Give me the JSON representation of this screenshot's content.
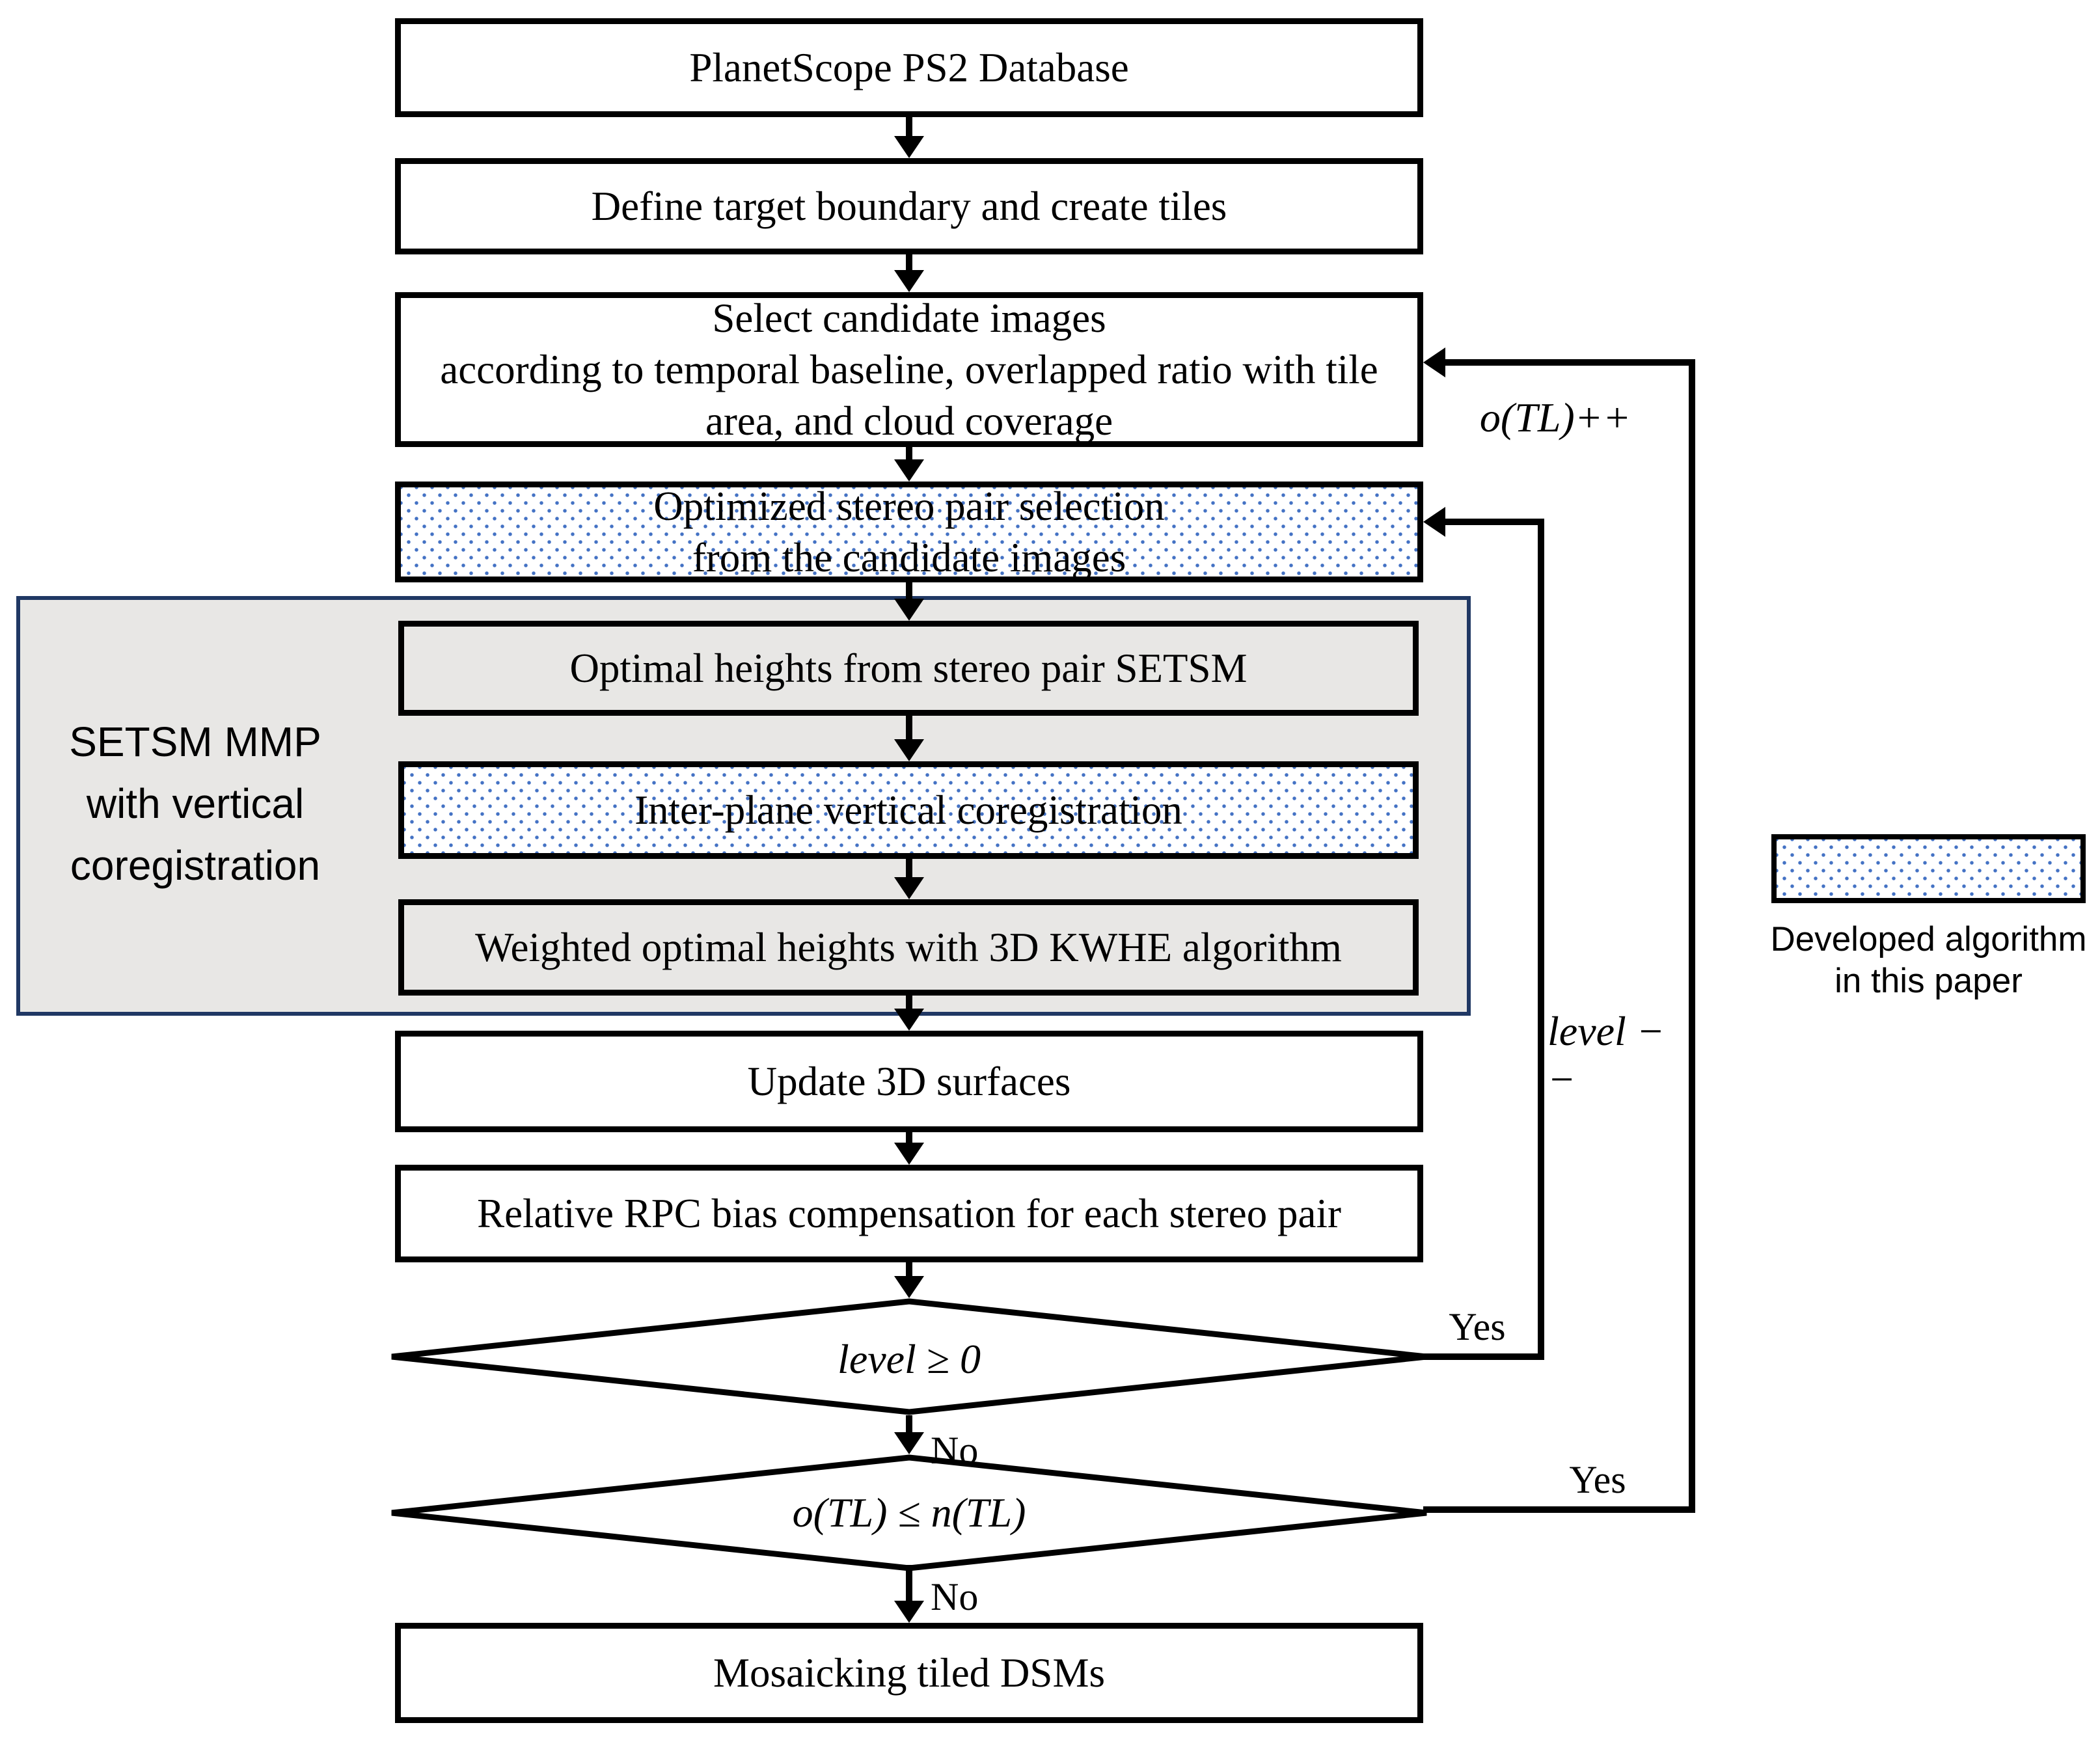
{
  "diagram": {
    "nodes": {
      "planetscope": {
        "label": "PlanetScope PS2 Database"
      },
      "define_tiles": {
        "label": "Define target boundary and create tiles"
      },
      "select_candidates": {
        "label": "Select candidate images\naccording to temporal baseline, overlapped ratio with tile\narea, and cloud coverage"
      },
      "optimized_selection": {
        "label": "Optimized stereo pair selection\nfrom the candidate images"
      },
      "optimal_heights": {
        "label": "Optimal heights from stereo pair SETSM"
      },
      "interplane_coreg": {
        "label": "Inter-plane vertical coregistration"
      },
      "weighted_heights": {
        "label": "Weighted optimal heights with 3D KWHE algorithm"
      },
      "update_surfaces": {
        "label": "Update 3D surfaces"
      },
      "rpc_compensation": {
        "label": "Relative RPC bias compensation for each stereo pair"
      },
      "mosaicking": {
        "label": "Mosaicking tiled DSMs"
      }
    },
    "group": {
      "label": "SETSM MMP\nwith vertical\ncoregistration"
    },
    "decisions": {
      "level": {
        "label": "level ≥ 0"
      },
      "tile": {
        "label": "o(TL) ≤ n(TL)"
      }
    },
    "edge_labels": {
      "yes_level": "Yes",
      "no_level": "No",
      "yes_tile": "Yes",
      "no_tile": "No",
      "otl_increment": "o(TL)++",
      "level_decrement": "level − −"
    },
    "legend": {
      "label": "Developed algorithm\nin this paper"
    },
    "colors": {
      "dot_blue": "#4472C4",
      "group_border": "#203864",
      "group_fill": "#E8E7E5",
      "line_black": "#000000"
    }
  }
}
